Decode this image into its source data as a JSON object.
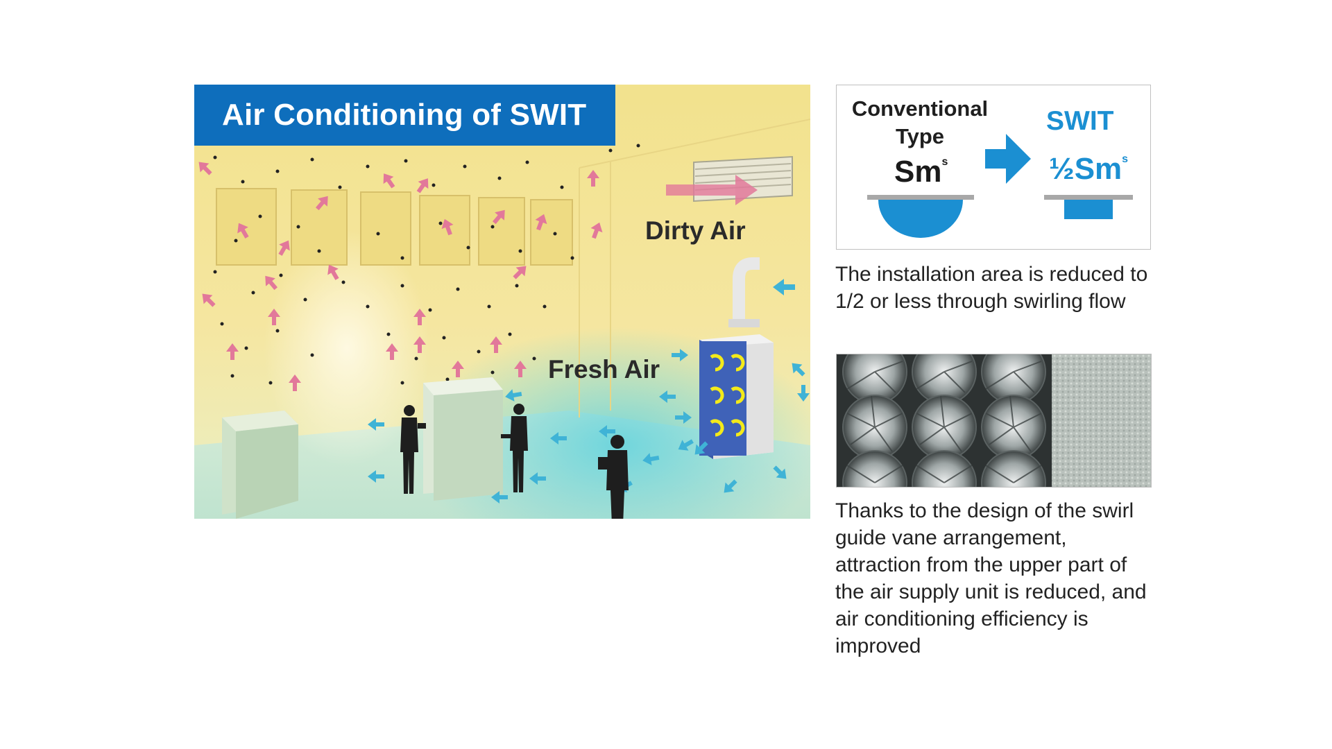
{
  "scene": {
    "title": "Air Conditioning of SWIT",
    "dirty_air_label": "Dirty Air",
    "fresh_air_label": "Fresh Air"
  },
  "comparison": {
    "conventional_title": "Conventional Type",
    "conventional_area": "Sm",
    "conventional_area_mark": "s",
    "swit_title": "SWIT",
    "swit_area": "½Sm",
    "swit_area_mark": "s"
  },
  "captions": {
    "installation": "The installation area is reduced to 1/2 or less through swirling flow",
    "efficiency": "Thanks to the design of the swirl guide vane arrangement, attraction from the upper part of the air supply unit is reduced, and air conditioning efficiency is improved"
  },
  "colors": {
    "title_band": "#0e6ebc",
    "swit_blue": "#1b8fd2",
    "dirty_arrow": "#e2789a",
    "fresh_arrow": "#3fb3d6",
    "swirl": "#f3ea1a"
  },
  "icons": {
    "comparison_arrow": "arrow-right-icon",
    "swirl": "swirl-icon"
  }
}
